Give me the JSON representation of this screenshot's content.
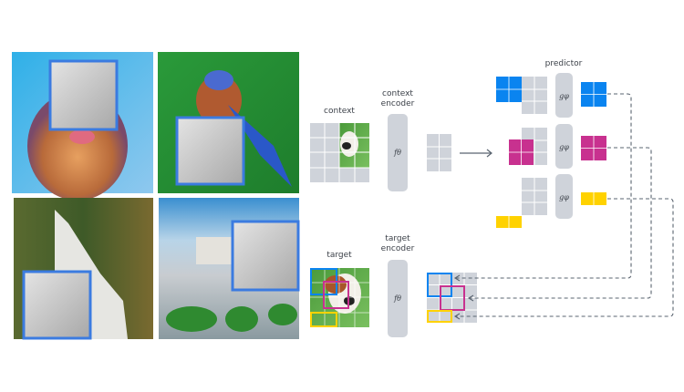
{
  "labels": {
    "context": "context",
    "context_encoder_line1": "context",
    "context_encoder_line2": "encoder",
    "target": "target",
    "target_encoder_line1": "target",
    "target_encoder_line2": "encoder",
    "predictor": "predictor",
    "encoder_symbol": "fθ",
    "predictor_symbol": "gφ"
  },
  "colors": {
    "mask_border": "#3b7be0",
    "block_blue": "#0a84f0",
    "block_magenta": "#c8318f",
    "block_yellow": "#ffd200",
    "patch_gray": "#cfd3da",
    "dashed_line": "#5a6470"
  },
  "images": [
    "dog-masked",
    "bird-masked",
    "wolf-masked",
    "city-masked"
  ]
}
